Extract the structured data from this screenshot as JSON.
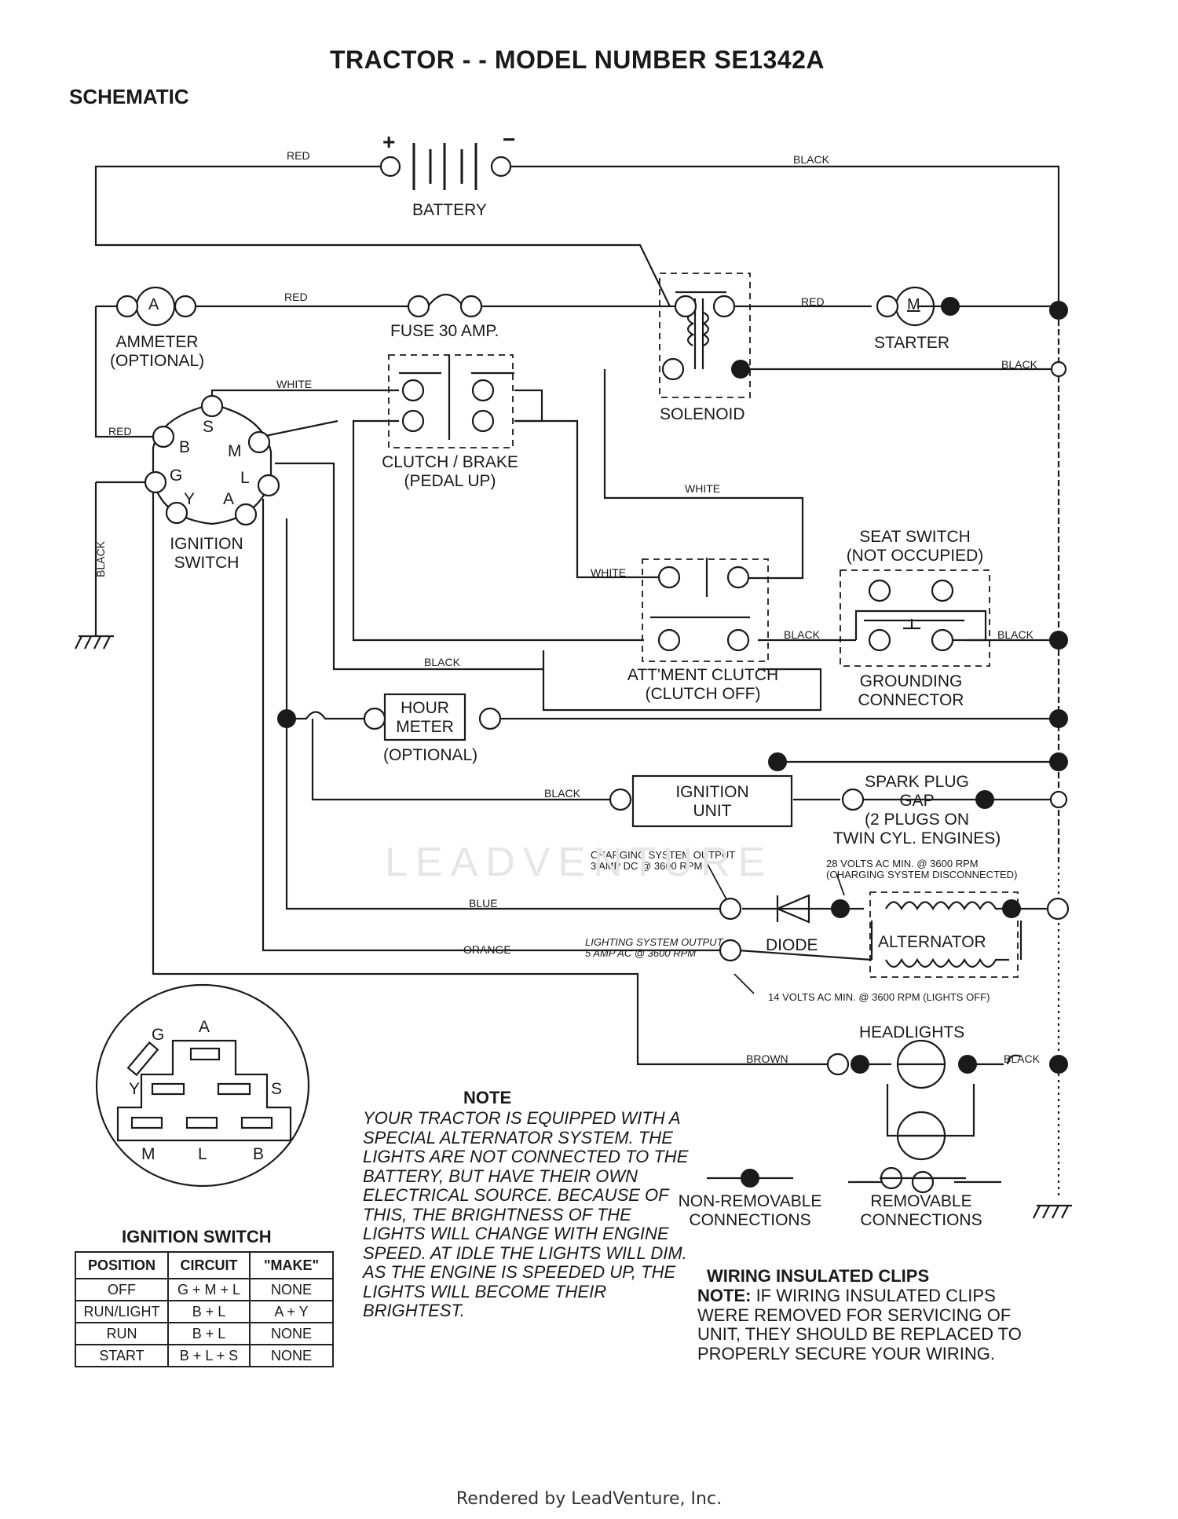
{
  "header": {
    "title": "TRACTOR - - MODEL NUMBER SE1342A",
    "subtitle": "SCHEMATIC"
  },
  "components": {
    "battery": "BATTERY",
    "battery_plus": "+",
    "battery_minus": "−",
    "ammeter_line1": "AMMETER",
    "ammeter_line2": "(OPTIONAL)",
    "ammeter_symbol": "A",
    "fuse": "FUSE 30 AMP.",
    "starter": "STARTER",
    "starter_symbol": "M",
    "solenoid": "SOLENOID",
    "clutch_brake_line1": "CLUTCH / BRAKE",
    "clutch_brake_line2": "(PEDAL UP)",
    "ignition_switch_line1": "IGNITION",
    "ignition_switch_line2": "SWITCH",
    "seat_switch_line1": "SEAT SWITCH",
    "seat_switch_line2": "(NOT OCCUPIED)",
    "attment_clutch_line1": "ATT'MENT CLUTCH",
    "attment_clutch_line2": "(CLUTCH OFF)",
    "grounding_connector_line1": "GROUNDING",
    "grounding_connector_line2": "CONNECTOR",
    "hour_meter_line1": "HOUR",
    "hour_meter_line2": "METER",
    "hour_meter_line3": "(OPTIONAL)",
    "ignition_unit_line1": "IGNITION",
    "ignition_unit_line2": "UNIT",
    "spark_plug_line1": "SPARK PLUG",
    "spark_plug_line2": "GAP",
    "spark_plug_line3": "(2 PLUGS ON",
    "spark_plug_line4": "TWIN CYL. ENGINES)",
    "charging_output_line1": "CHARGING SYSTEM OUTPUT",
    "charging_output_line2": "3 AMP DC @ 3600 RPM",
    "volts28_line1": "28 VOLTS AC MIN. @ 3600 RPM",
    "volts28_line2": "(CHARGING SYSTEM DISCONNECTED)",
    "lighting_output_line1": "LIGHTING SYSTEM OUTPUT",
    "lighting_output_line2": "5 AMP AC @ 3600 RPM",
    "volts14": "14 VOLTS AC MIN. @ 3600 RPM (LIGHTS OFF)",
    "diode": "DIODE",
    "alternator": "ALTERNATOR",
    "headlights": "HEADLIGHTS"
  },
  "ignition_pins": [
    "S",
    "B",
    "M",
    "G",
    "L",
    "Y",
    "A"
  ],
  "wires": {
    "red1": "RED",
    "black1": "BLACK",
    "red2": "RED",
    "red3": "RED",
    "white1": "WHITE",
    "red4": "RED",
    "black2": "BLACK",
    "white2": "WHITE",
    "white3": "WHITE",
    "black3": "BLACK",
    "black4": "BLACK",
    "black5": "BLACK",
    "black_vert": "BLACK",
    "black6": "BLACK",
    "blue": "BLUE",
    "orange": "ORANGE",
    "brown": "BROWN",
    "black7": "BLACK"
  },
  "legend": {
    "non_removable_line1": "NON-REMOVABLE",
    "non_removable_line2": "CONNECTIONS",
    "removable_line1": "REMOVABLE",
    "removable_line2": "CONNECTIONS"
  },
  "switch_face": {
    "labels": [
      "G",
      "A",
      "Y",
      "S",
      "M",
      "L",
      "B"
    ]
  },
  "ignition_table": {
    "title": "IGNITION SWITCH",
    "headers": [
      "POSITION",
      "CIRCUIT",
      "\"MAKE\""
    ],
    "rows": [
      [
        "OFF",
        "G + M + L",
        "NONE"
      ],
      [
        "RUN/LIGHT",
        "B + L",
        "A + Y"
      ],
      [
        "RUN",
        "B + L",
        "NONE"
      ],
      [
        "START",
        "B + L + S",
        "NONE"
      ]
    ]
  },
  "note": {
    "title": "NOTE",
    "body": "YOUR TRACTOR IS EQUIPPED WITH A SPECIAL ALTERNATOR SYSTEM. THE LIGHTS ARE NOT CONNECTED TO THE BATTERY, BUT HAVE THEIR OWN ELECTRICAL SOURCE. BECAUSE OF THIS, THE BRIGHTNESS OF THE LIGHTS WILL CHANGE WITH ENGINE SPEED. AT IDLE THE LIGHTS WILL DIM. AS THE ENGINE IS SPEEDED UP, THE LIGHTS WILL BECOME THEIR BRIGHTEST."
  },
  "clips": {
    "title": "WIRING INSULATED CLIPS",
    "note_label": "NOTE:",
    "body": " IF WIRING INSULATED CLIPS WERE REMOVED FOR SERVICING OF UNIT, THEY SHOULD BE REPLACED TO PROPERLY SECURE YOUR WIRING."
  },
  "watermark": "LEADVENTURE",
  "footer": "Rendered by LeadVenture, Inc."
}
